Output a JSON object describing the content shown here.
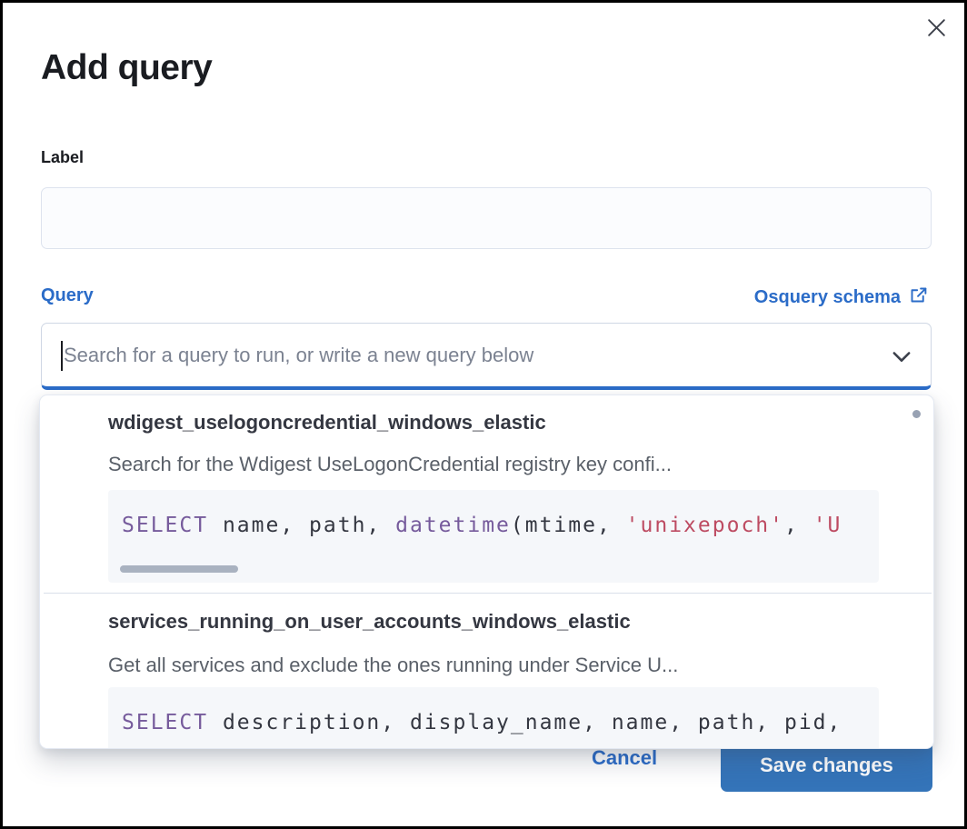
{
  "modal": {
    "title": "Add query"
  },
  "label_field": {
    "label": "Label",
    "value": ""
  },
  "query_field": {
    "label": "Query",
    "schema_link_label": "Osquery schema",
    "search_placeholder": "Search for a query to run, or write a new query below",
    "search_value": ""
  },
  "dropdown": {
    "options": [
      {
        "title": "wdigest_uselogoncredential_windows_elastic",
        "description": "Search for the Wdigest UseLogonCredential registry key confi...",
        "code": [
          {
            "text": "SELECT",
            "type": "keyword"
          },
          {
            "text": " name, path, ",
            "type": "plain"
          },
          {
            "text": "datetime",
            "type": "keyword"
          },
          {
            "text": "(mtime, ",
            "type": "plain"
          },
          {
            "text": "'unixepoch'",
            "type": "string"
          },
          {
            "text": ", ",
            "type": "plain"
          },
          {
            "text": "'U",
            "type": "string"
          }
        ]
      },
      {
        "title": "services_running_on_user_accounts_windows_elastic",
        "description": "Get all services and exclude the ones running under Service U...",
        "code": [
          {
            "text": "SELECT",
            "type": "keyword"
          },
          {
            "text": " description, display_name, name, path, pid,",
            "type": "plain"
          }
        ]
      }
    ]
  },
  "footer": {
    "cancel_label": "Cancel",
    "save_label": "Save changes"
  },
  "colors": {
    "accent_blue": "#2b6cc8",
    "save_button_blue": "#3474b9",
    "code_keyword_purple": "#765b9c",
    "code_string_rose": "#bd4b62",
    "code_background": "#f5f7fa",
    "title_text": "#1a1c21",
    "option_description_gray": "#5a6069",
    "placeholder_gray": "#7b8291"
  }
}
